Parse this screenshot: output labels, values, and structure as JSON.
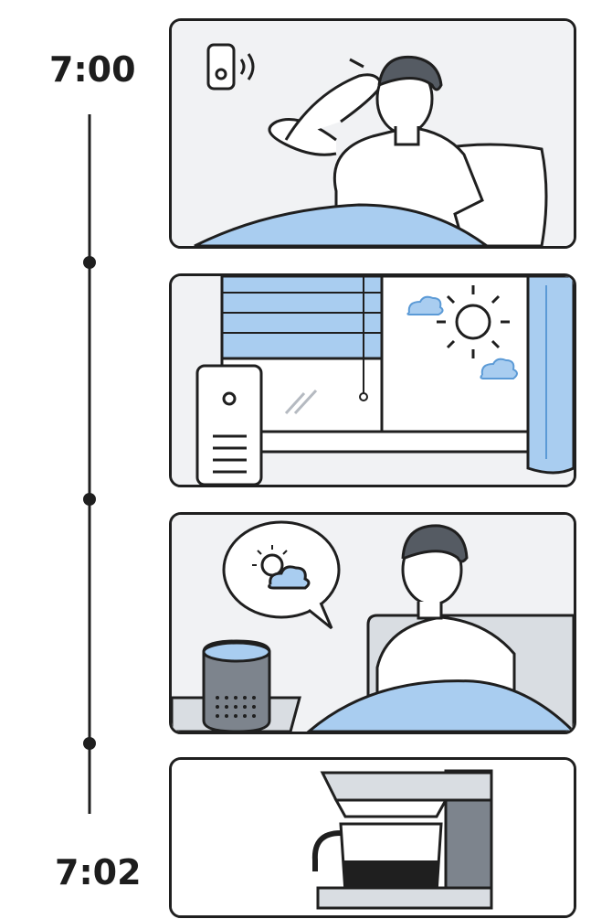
{
  "timeline": {
    "start_label": "7:00",
    "end_label": "7:02"
  },
  "panels": [
    {
      "id": "alarm-wake",
      "icon": "smart-alarm-icon",
      "figure": "person-waking-icon"
    },
    {
      "id": "blinds-open",
      "icon": "sun-icon",
      "figure": "window-blinds-icon"
    },
    {
      "id": "weather-report",
      "icon": "smart-speaker-icon",
      "figure": "weather-bubble-icon"
    },
    {
      "id": "coffee-brew",
      "icon": "coffee-maker-icon",
      "figure": "coffee-maker-icon"
    }
  ],
  "colors": {
    "outline": "#1f1f1f",
    "blue": "#a9cdf0",
    "panel_bg": "#f1f2f4"
  }
}
